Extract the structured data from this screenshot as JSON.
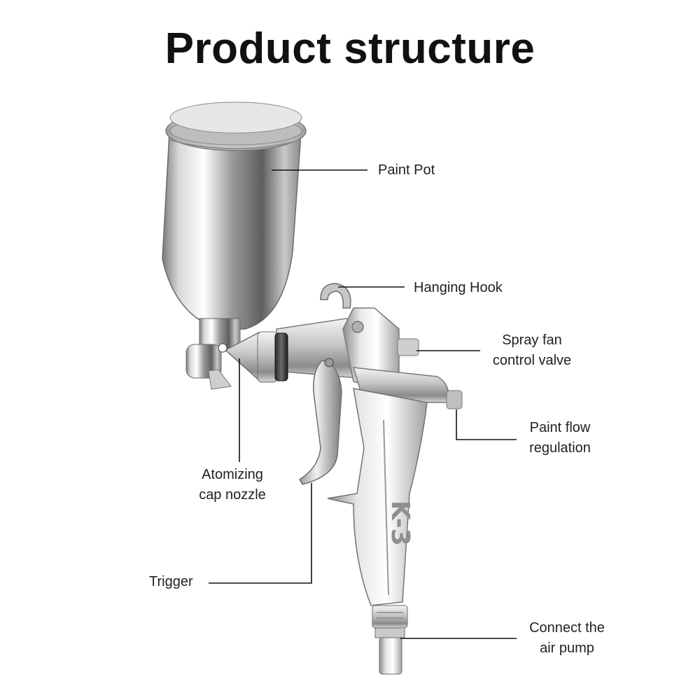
{
  "title": "Product structure",
  "product": {
    "model_marking": "K-3"
  },
  "callouts": {
    "paint_pot": [
      "Paint Pot"
    ],
    "hanging_hook": [
      "Hanging Hook"
    ],
    "spray_fan": [
      "Spray fan",
      "control valve"
    ],
    "paint_flow": [
      "Paint flow",
      "regulation"
    ],
    "atomizing_cap": [
      "Atomizing",
      "cap nozzle"
    ],
    "trigger": [
      "Trigger"
    ],
    "air_pump": [
      "Connect the",
      "air pump"
    ]
  },
  "colors": {
    "background": "#ffffff",
    "text": "#222222",
    "leader_line": "#111111",
    "metal_light": "#f2f2f2",
    "metal_mid": "#b9b9b9",
    "metal_dark": "#6d6d6d"
  }
}
